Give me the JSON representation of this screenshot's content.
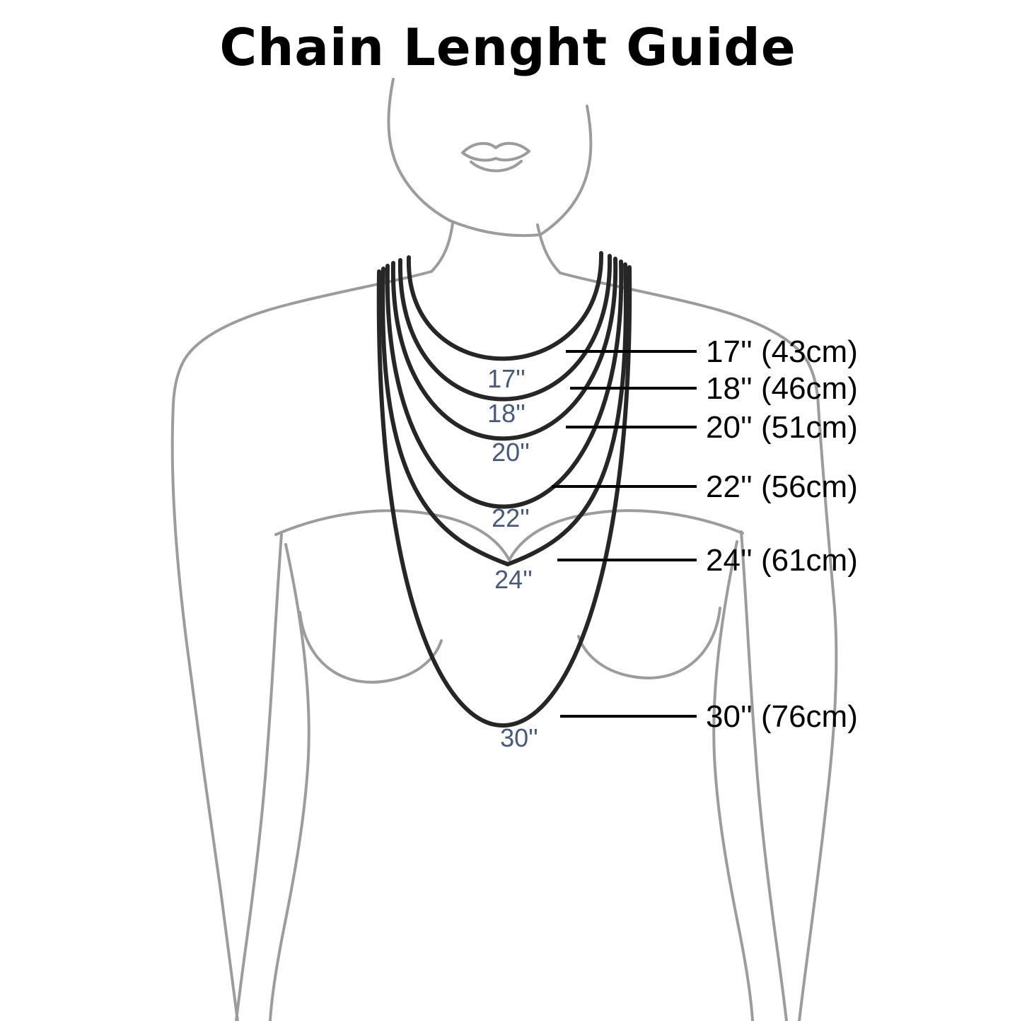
{
  "title": "Chain Lenght Guide",
  "colors": {
    "outline": "#9c9c9c",
    "chain": "#262626",
    "text": "#000000",
    "inner_label": "#47597e",
    "background": "#ffffff"
  },
  "chains": [
    {
      "name": "17-inch",
      "inches": 17,
      "cm": 43,
      "inner_label": "17''",
      "callout": "17'' (43cm)"
    },
    {
      "name": "18-inch",
      "inches": 18,
      "cm": 46,
      "inner_label": "18''",
      "callout": "18'' (46cm)"
    },
    {
      "name": "20-inch",
      "inches": 20,
      "cm": 51,
      "inner_label": "20''",
      "callout": "20'' (51cm)"
    },
    {
      "name": "22-inch",
      "inches": 22,
      "cm": 56,
      "inner_label": "22''",
      "callout": "22'' (56cm)"
    },
    {
      "name": "24-inch",
      "inches": 24,
      "cm": 61,
      "inner_label": "24''",
      "callout": "24'' (61cm)"
    },
    {
      "name": "30-inch",
      "inches": 30,
      "cm": 76,
      "inner_label": "30''",
      "callout": "30'' (76cm)"
    }
  ]
}
